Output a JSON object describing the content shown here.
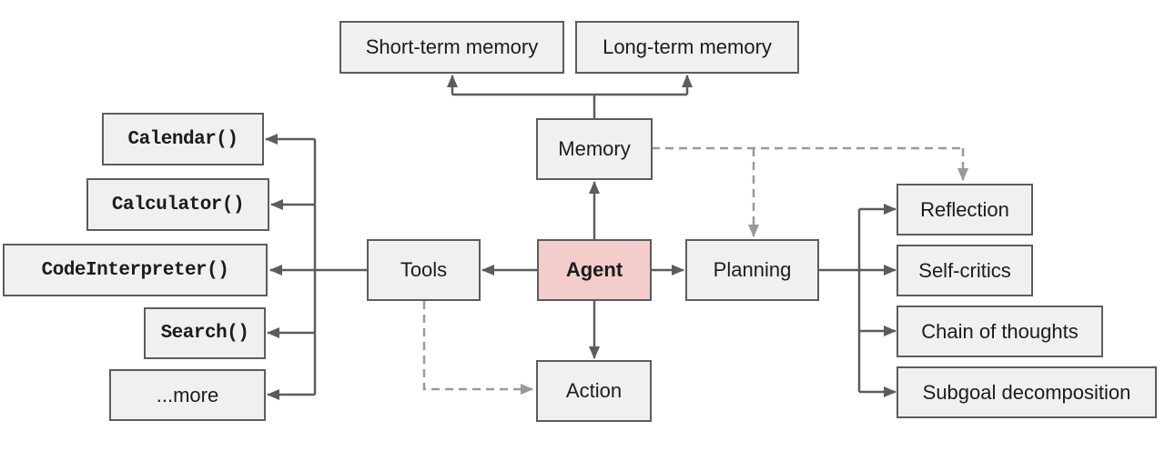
{
  "diagram": {
    "nodes": {
      "short_term_memory": {
        "label": "Short-term memory"
      },
      "long_term_memory": {
        "label": "Long-term memory"
      },
      "memory": {
        "label": "Memory"
      },
      "agent": {
        "label": "Agent"
      },
      "tools": {
        "label": "Tools"
      },
      "planning": {
        "label": "Planning"
      },
      "action": {
        "label": "Action"
      },
      "calendar": {
        "label": "Calendar()"
      },
      "calculator": {
        "label": "Calculator()"
      },
      "code_interpreter": {
        "label": "CodeInterpreter()"
      },
      "search": {
        "label": "Search()"
      },
      "more": {
        "label": "...more"
      },
      "reflection": {
        "label": "Reflection"
      },
      "self_critics": {
        "label": "Self-critics"
      },
      "chain_of_thoughts": {
        "label": "Chain of thoughts"
      },
      "subgoal_decomposition": {
        "label": "Subgoal decomposition"
      }
    },
    "edges": [
      {
        "from": "memory",
        "to": "short_term_memory",
        "style": "solid"
      },
      {
        "from": "memory",
        "to": "long_term_memory",
        "style": "solid"
      },
      {
        "from": "agent",
        "to": "memory",
        "style": "solid"
      },
      {
        "from": "agent",
        "to": "tools",
        "style": "solid"
      },
      {
        "from": "agent",
        "to": "planning",
        "style": "solid"
      },
      {
        "from": "agent",
        "to": "action",
        "style": "solid"
      },
      {
        "from": "tools",
        "to": "calendar",
        "style": "solid"
      },
      {
        "from": "tools",
        "to": "calculator",
        "style": "solid"
      },
      {
        "from": "tools",
        "to": "code_interpreter",
        "style": "solid"
      },
      {
        "from": "tools",
        "to": "search",
        "style": "solid"
      },
      {
        "from": "tools",
        "to": "more",
        "style": "solid"
      },
      {
        "from": "planning",
        "to": "reflection",
        "style": "solid"
      },
      {
        "from": "planning",
        "to": "self_critics",
        "style": "solid"
      },
      {
        "from": "planning",
        "to": "chain_of_thoughts",
        "style": "solid"
      },
      {
        "from": "planning",
        "to": "subgoal_decomposition",
        "style": "solid"
      },
      {
        "from": "memory",
        "to": "planning",
        "style": "dashed"
      },
      {
        "from": "memory",
        "to": "reflection",
        "style": "dashed"
      },
      {
        "from": "tools",
        "to": "action",
        "style": "dashed"
      }
    ],
    "colors": {
      "node_fill": "#f0f0f0",
      "agent_fill": "#f4cccc",
      "border": "#5c5c5c",
      "solid_connector": "#5c5c5c",
      "dashed_connector": "#999999"
    }
  }
}
